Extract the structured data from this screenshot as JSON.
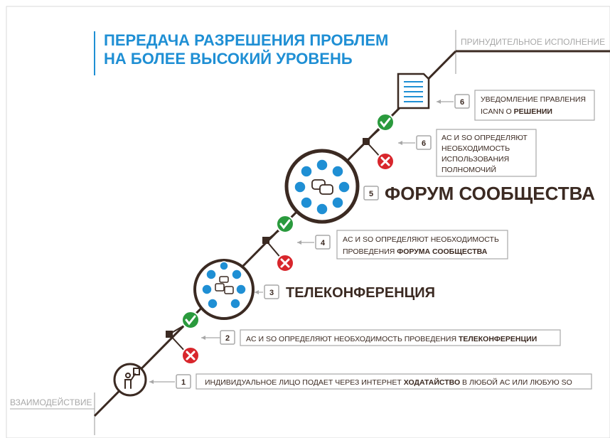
{
  "title": {
    "line1": "ПЕРЕДАЧА РАЗРЕШЕНИЯ ПРОБЛЕМ",
    "line2": "НА БОЛЕЕ ВЫСОКИЙ УРОВЕНЬ"
  },
  "edges": {
    "top": "ПРИНУДИТЕЛЬНОЕ ИСПОЛНЕНИЕ",
    "bottom": "ВЗАИМОДЕЙСТВИЕ"
  },
  "colors": {
    "accent": "#1f8fd4",
    "line": "#3b2a22",
    "yes": "#2a9a3d",
    "no": "#d8262c",
    "grey": "#a8a8a8",
    "icon_fill": "#1f8fd4"
  },
  "steps": {
    "s1": {
      "num": "1",
      "text_pre": "ИНДИВИДУАЛЬНОЕ ЛИЦО ПОДАЕТ ЧЕРЕЗ ИНТЕРНЕТ ",
      "text_bold": "ХОДАТАЙСТВО",
      "text_post": " В ЛЮБОЙ AC ИЛИ ЛЮБУЮ SO"
    },
    "s2": {
      "num": "2",
      "text_pre": "AC И SO ОПРЕДЕЛЯЮТ НЕОБХОДИМОСТЬ ПРОВЕДЕНИЯ ",
      "text_bold": "ТЕЛЕКОНФЕРЕНЦИИ"
    },
    "s3": {
      "num": "3",
      "label": "ТЕЛЕКОНФЕРЕНЦИЯ"
    },
    "s4": {
      "num": "4",
      "line1": "AC И SO ОПРЕДЕЛЯЮТ НЕОБХОДИМОСТЬ",
      "line2_pre": "ПРОВЕДЕНИЯ ",
      "line2_bold": "ФОРУМА СООБЩЕСТВА"
    },
    "s5": {
      "num": "5",
      "label": "ФОРУМ СООБЩЕСТВА"
    },
    "s6a": {
      "num": "6",
      "line1": "AC И SO ОПРЕДЕЛЯЮТ",
      "line2": "НЕОБХОДИМОСТЬ",
      "line3": "ИСПОЛЬЗОВАНИЯ",
      "line4": "ПОЛНОМОЧИЙ"
    },
    "s6b": {
      "num": "6",
      "line1": "УВЕДОМЛЕНИЕ ПРАВЛЕНИЯ",
      "line2_pre": "ICANN О ",
      "line2_bold": "РЕШЕНИИ"
    }
  },
  "icons": {
    "petitioner": "person-raising-hand-icon",
    "teleconference": "teleconference-icon",
    "forum": "community-forum-icon",
    "document": "document-icon",
    "yes": "check-icon",
    "no": "cross-icon"
  }
}
